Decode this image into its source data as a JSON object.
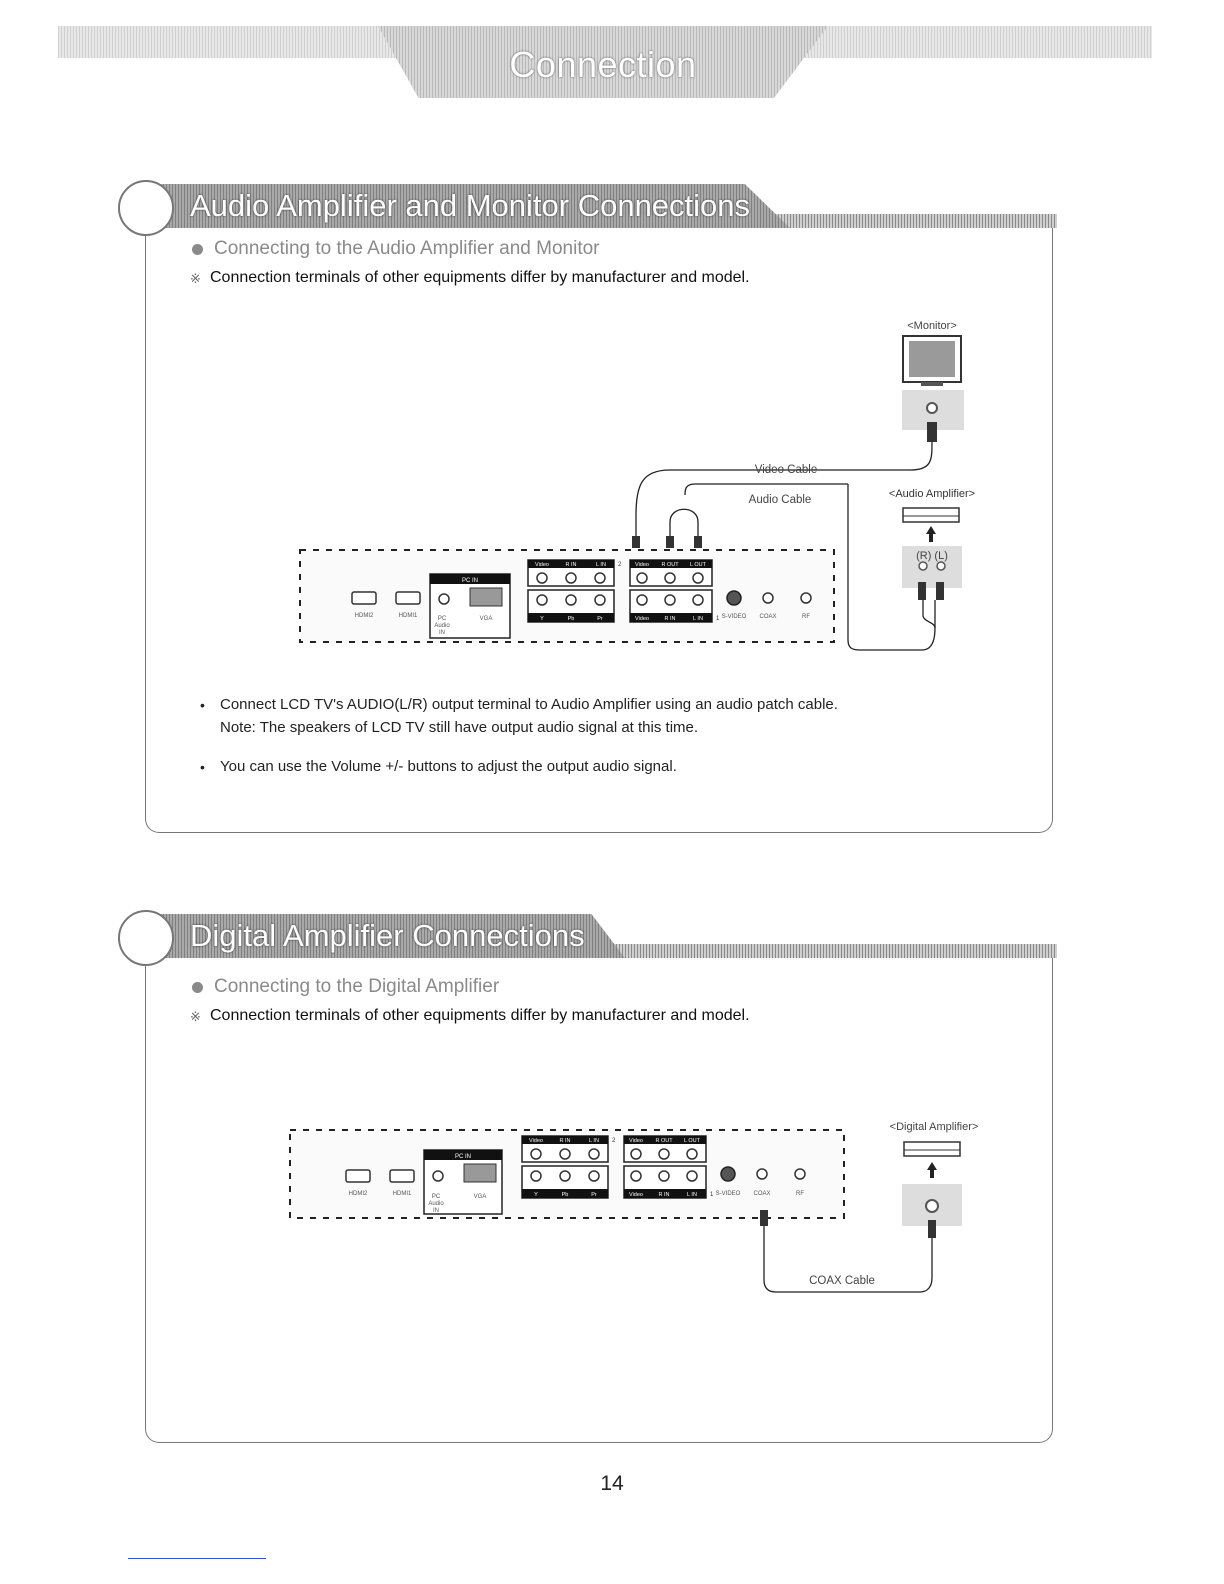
{
  "header": {
    "title": "Connection"
  },
  "section1": {
    "title": "Audio Amplifier and Monitor Connections",
    "subtitle": "Connecting to the Audio Amplifier and Monitor",
    "note_mark": "※",
    "note": "Connection terminals of other equipments differ by manufacturer and model.",
    "labels": {
      "monitor": "<Monitor>",
      "audio_amplifier": "<Audio Amplifier>",
      "video_cable": "Video Cable",
      "audio_cable": "Audio Cable",
      "rl": "(R) (L)"
    },
    "bullets": [
      "Connect LCD TV's AUDIO(L/R) output terminal to Audio Amplifier using an audio patch cable.",
      "You can use the Volume +/- buttons to adjust the output audio signal."
    ],
    "bullet_note": "Note: The speakers of LCD TV still have output audio signal at this time."
  },
  "section2": {
    "title": "Digital Amplifier Connections",
    "subtitle": "Connecting to the Digital Amplifier",
    "note_mark": "※",
    "note": "Connection terminals of other equipments differ by manufacturer and model.",
    "labels": {
      "digital_amplifier": "<Digital Amplifier>",
      "coax_cable": "COAX Cable"
    }
  },
  "panel_labels": {
    "hdmi2": "HDMI2",
    "hdmi1": "HDMI1",
    "pc_in": "PC IN",
    "pc": "PC",
    "audio": "Audio",
    "in": "IN",
    "vga": "VGA",
    "video": "Video",
    "r_in": "R IN",
    "l_in": "L IN",
    "r_out": "R OUT",
    "l_out": "L OUT",
    "y": "Y",
    "pb": "Pb",
    "pr": "Pr",
    "s_video": "S-VIDEO",
    "coax": "COAX",
    "rf": "RF",
    "one": "1",
    "two": "2"
  },
  "footer": {
    "page": "14"
  }
}
